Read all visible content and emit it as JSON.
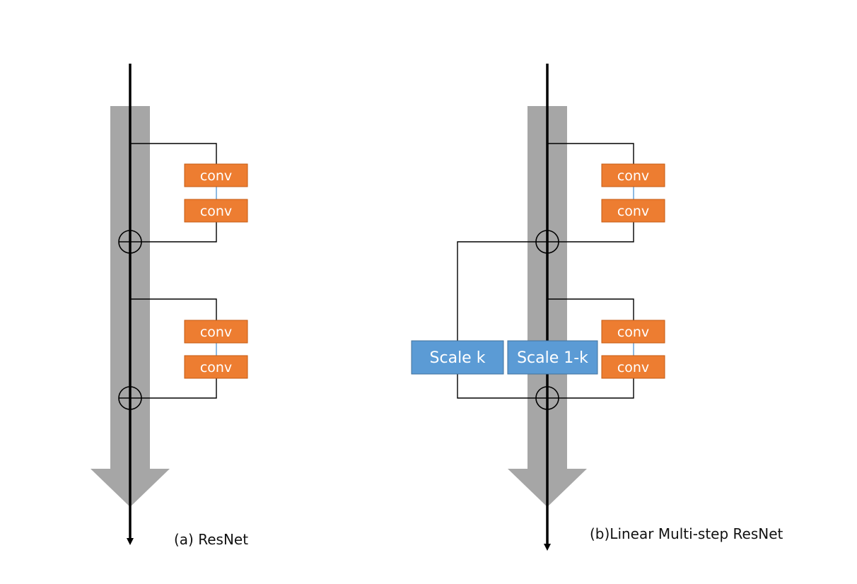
{
  "colors": {
    "conv_fill": "#ED7D31",
    "scale_fill": "#5B9BD5",
    "trunk_arrow": "#A6A6A6",
    "line": "#000000"
  },
  "left": {
    "caption": "(a) ResNet",
    "blocks": [
      {
        "conv1": "conv",
        "conv2": "conv"
      },
      {
        "conv1": "conv",
        "conv2": "conv"
      }
    ]
  },
  "right": {
    "caption": "(b)Linear Multi-step ResNet",
    "blocks": [
      {
        "conv1": "conv",
        "conv2": "conv"
      },
      {
        "conv1": "conv",
        "conv2": "conv"
      }
    ],
    "scale_k": "Scale k",
    "scale_1k": "Scale 1-k"
  }
}
